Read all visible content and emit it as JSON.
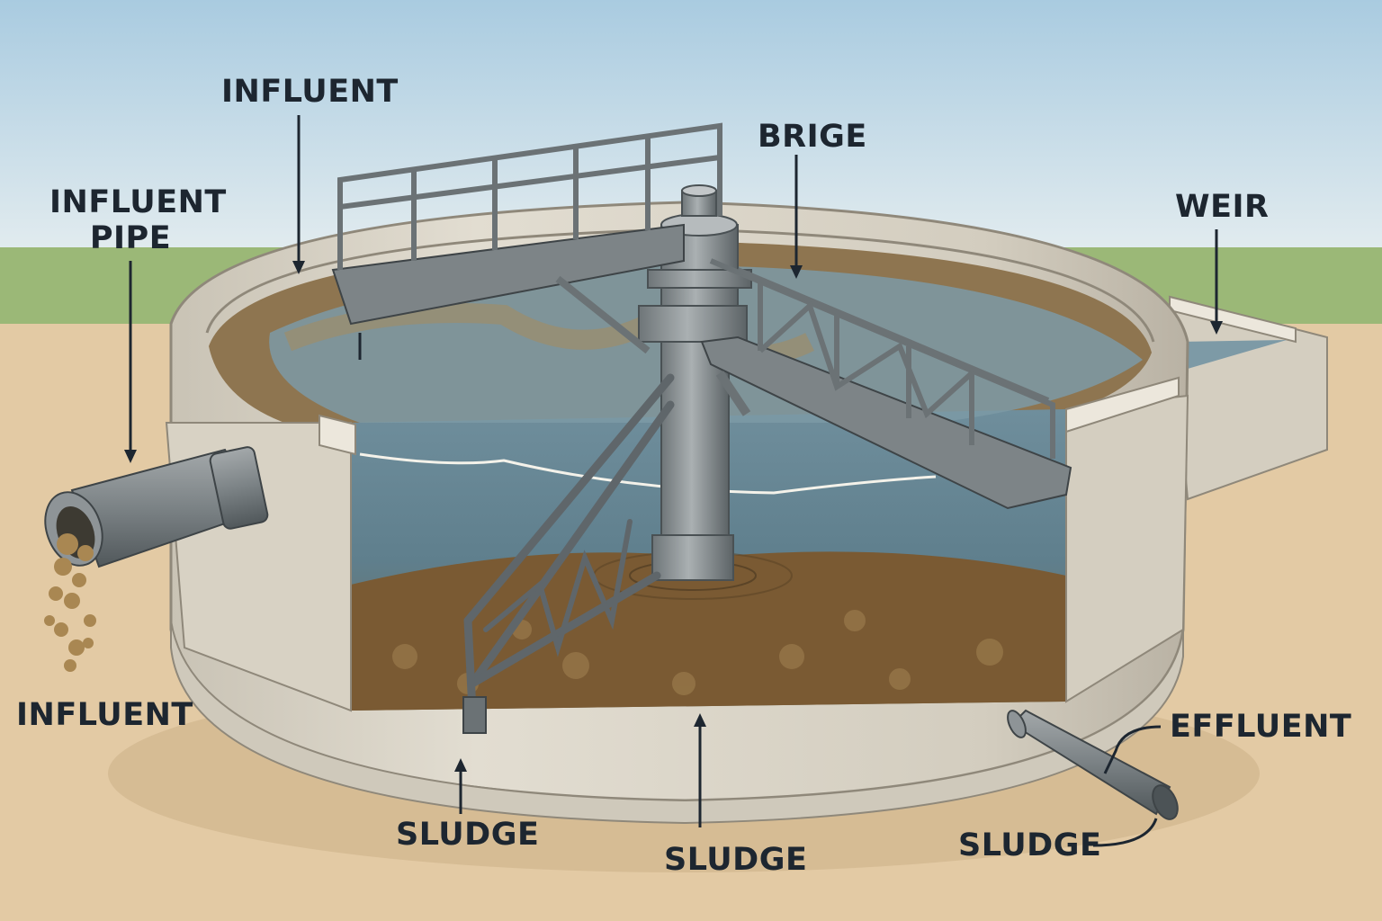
{
  "labels": {
    "influent_top": "INFLUENT",
    "influent_pipe": "INFLUENT\nPIPE",
    "influent_pipe_line1": "INFLUENT",
    "influent_pipe_line2": "PIPE",
    "bridge": "BRIGE",
    "weir": "WEIR",
    "influent_left": "INFLUENT",
    "effluent": "EFFLUENT",
    "sludge_left": "SLUDGE",
    "sludge_center": "SLUDGE",
    "sludge_right": "SLUDGE"
  },
  "colors": {
    "sky_top": "#a9cbe0",
    "grass": "#9bb877",
    "ground": "#e3caa4",
    "concrete": "#d9d4c7",
    "concrete_shadow": "#b7b0a2",
    "steel": "#8c9295",
    "steel_dark": "#5f666a",
    "water": "#7e9fae",
    "sludge": "#8a6a3e",
    "label": "#1d2630"
  }
}
